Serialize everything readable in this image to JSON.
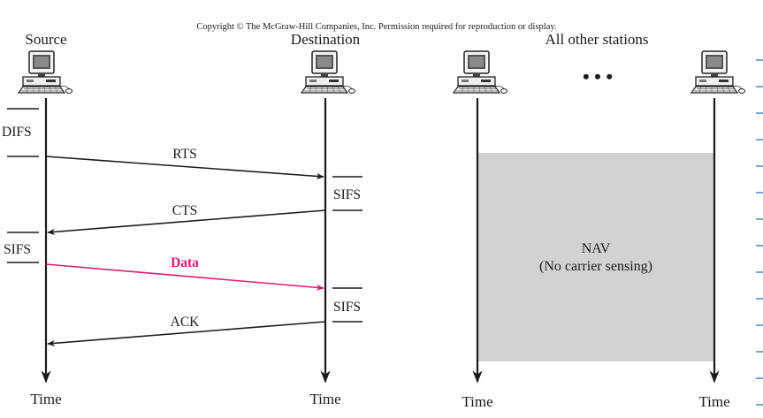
{
  "copyright": "Copyright © The McGraw-Hill Companies, Inc. Permission required for reproduction or display.",
  "stations": {
    "source": "Source",
    "destination": "Destination",
    "others": "All other stations",
    "ellipsis": "• • •"
  },
  "intervals": {
    "difs": "DIFS",
    "sifs_1": "SIFS",
    "sifs_2": "SIFS",
    "sifs_3": "SIFS"
  },
  "frames": {
    "rts": "RTS",
    "cts": "CTS",
    "data": "Data",
    "ack": "ACK"
  },
  "nav": {
    "title": "NAV",
    "subtitle": "(No carrier sensing)"
  },
  "time_labels": [
    "Time",
    "Time",
    "Time",
    "Time"
  ],
  "colors": {
    "line": "#1a1a1a",
    "data_frame": "#e0177a",
    "nav_fill": "#d2d2d2",
    "right_ticks": "#3b7fc4"
  }
}
